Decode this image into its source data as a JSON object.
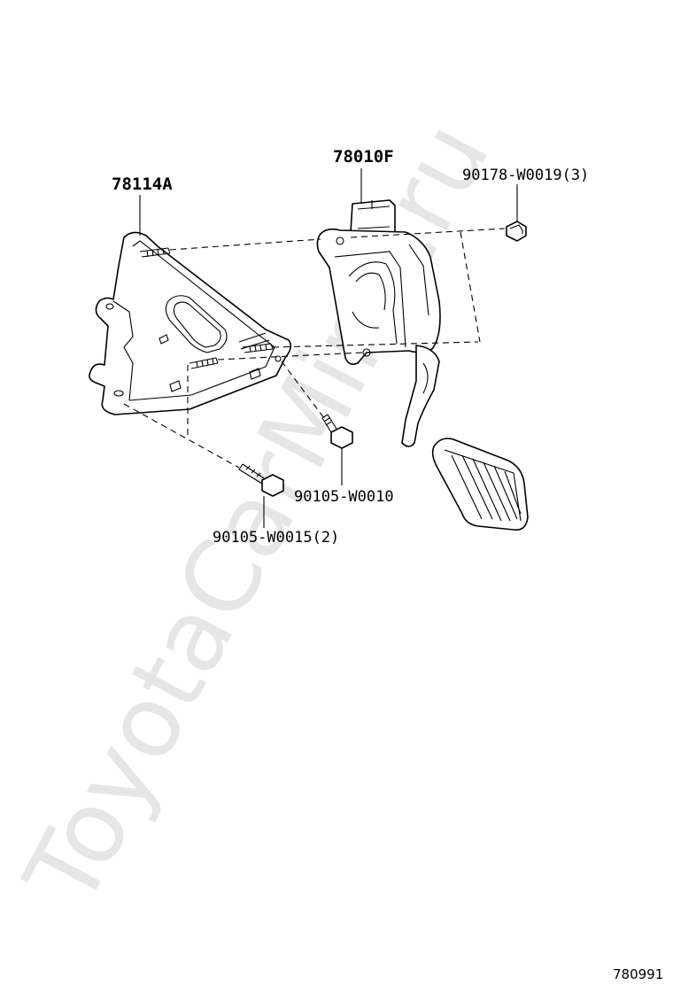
{
  "watermark": "ToyotaCarMine.ru",
  "diagram_id": "780991",
  "parts": {
    "pedal_assembly": "78010F",
    "bracket": "78114A",
    "nut": "90178-W0019(3)",
    "bolt_single": "90105-W0010",
    "bolt_pair": "90105-W0015(2)"
  }
}
